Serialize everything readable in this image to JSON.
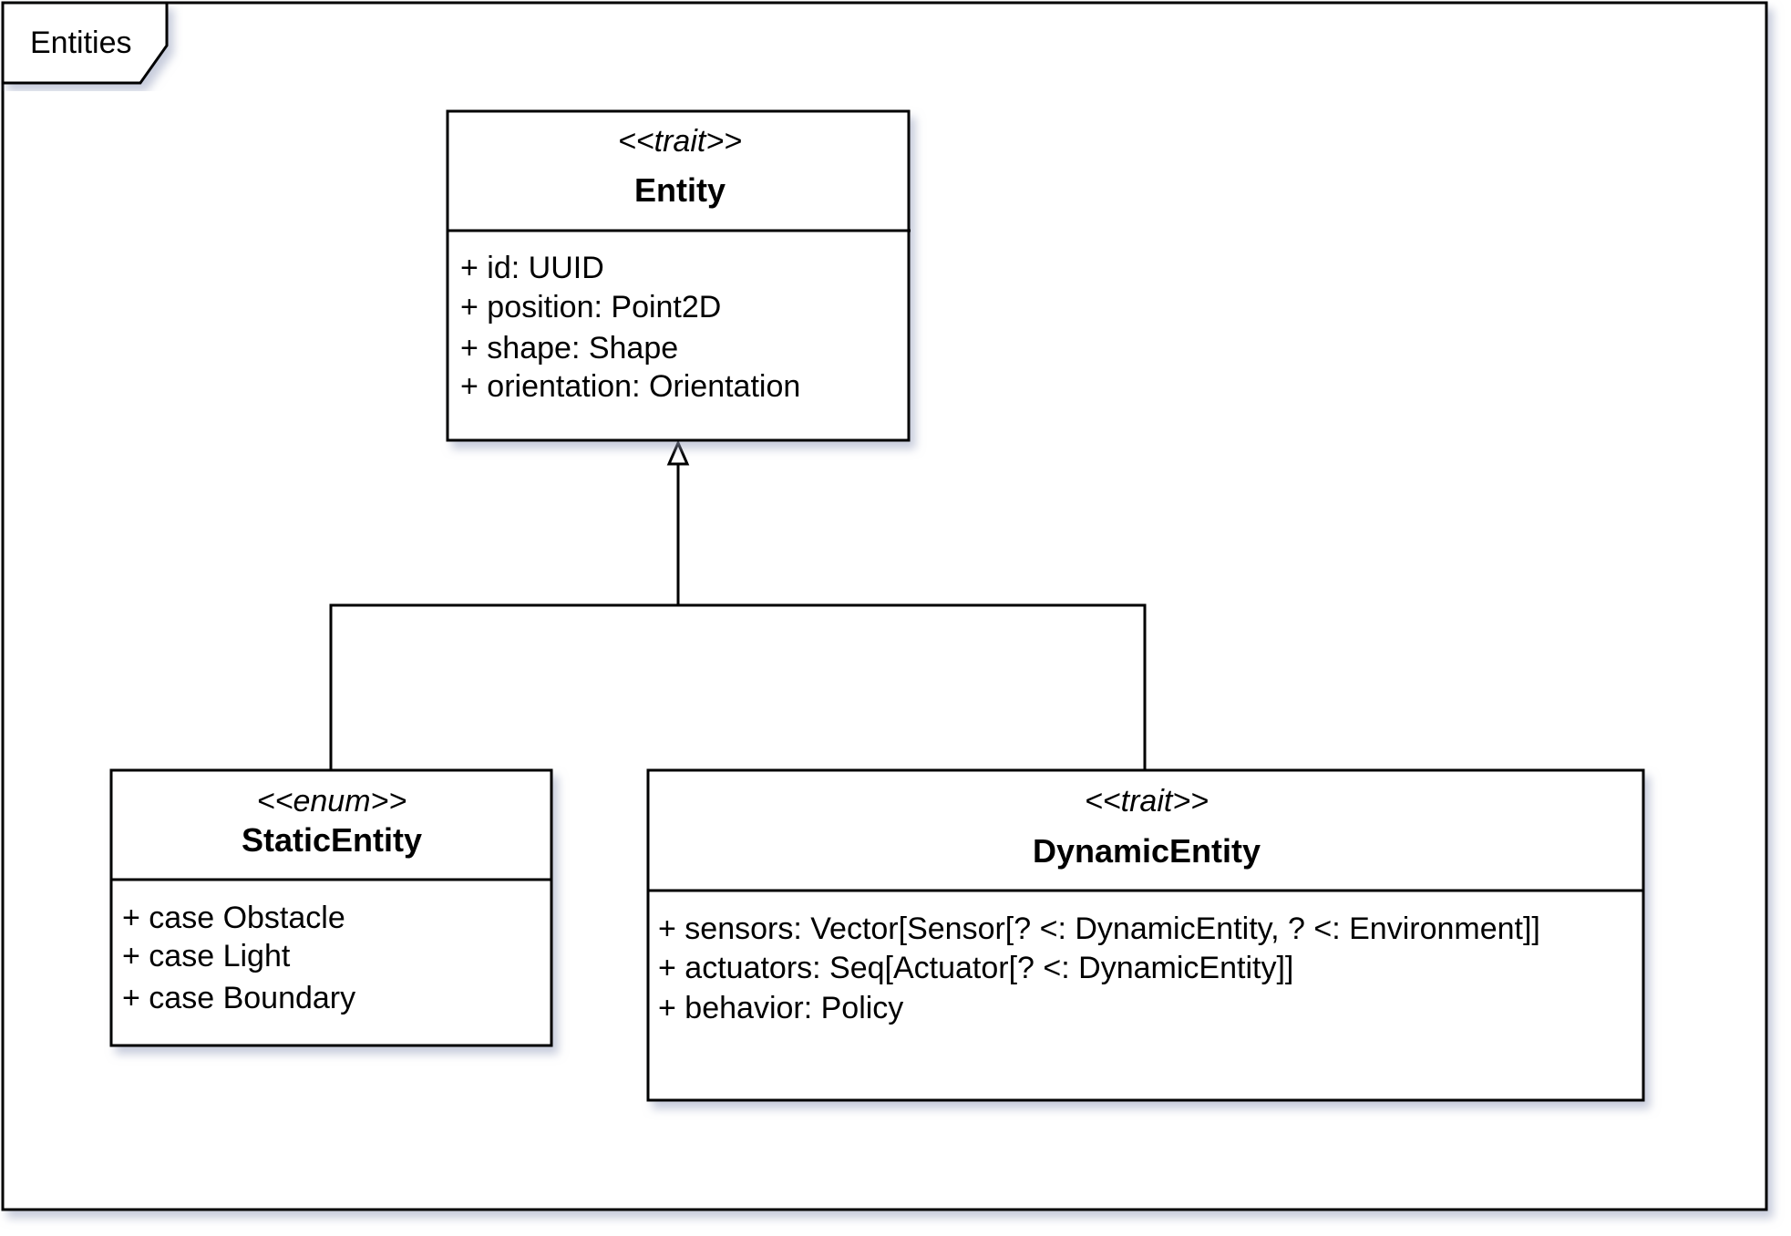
{
  "frame": {
    "label": "Entities"
  },
  "entity": {
    "stereotype": "<<trait>>",
    "name": "Entity",
    "attributes": [
      "+ id: UUID",
      "+ position: Point2D",
      "+ shape: Shape",
      "+ orientation: Orientation"
    ]
  },
  "static_entity": {
    "stereotype": "<<enum>>",
    "name": "StaticEntity",
    "attributes": [
      "+ case Obstacle",
      "+ case Light",
      "+ case Boundary"
    ]
  },
  "dynamic_entity": {
    "stereotype": "<<trait>>",
    "name": "DynamicEntity",
    "attributes": [
      "+ sensors: Vector[Sensor[? <: DynamicEntity, ? <: Environment]]",
      "+ actuators: Seq[Actuator[? <: DynamicEntity]]",
      "+ behavior: Policy"
    ]
  }
}
